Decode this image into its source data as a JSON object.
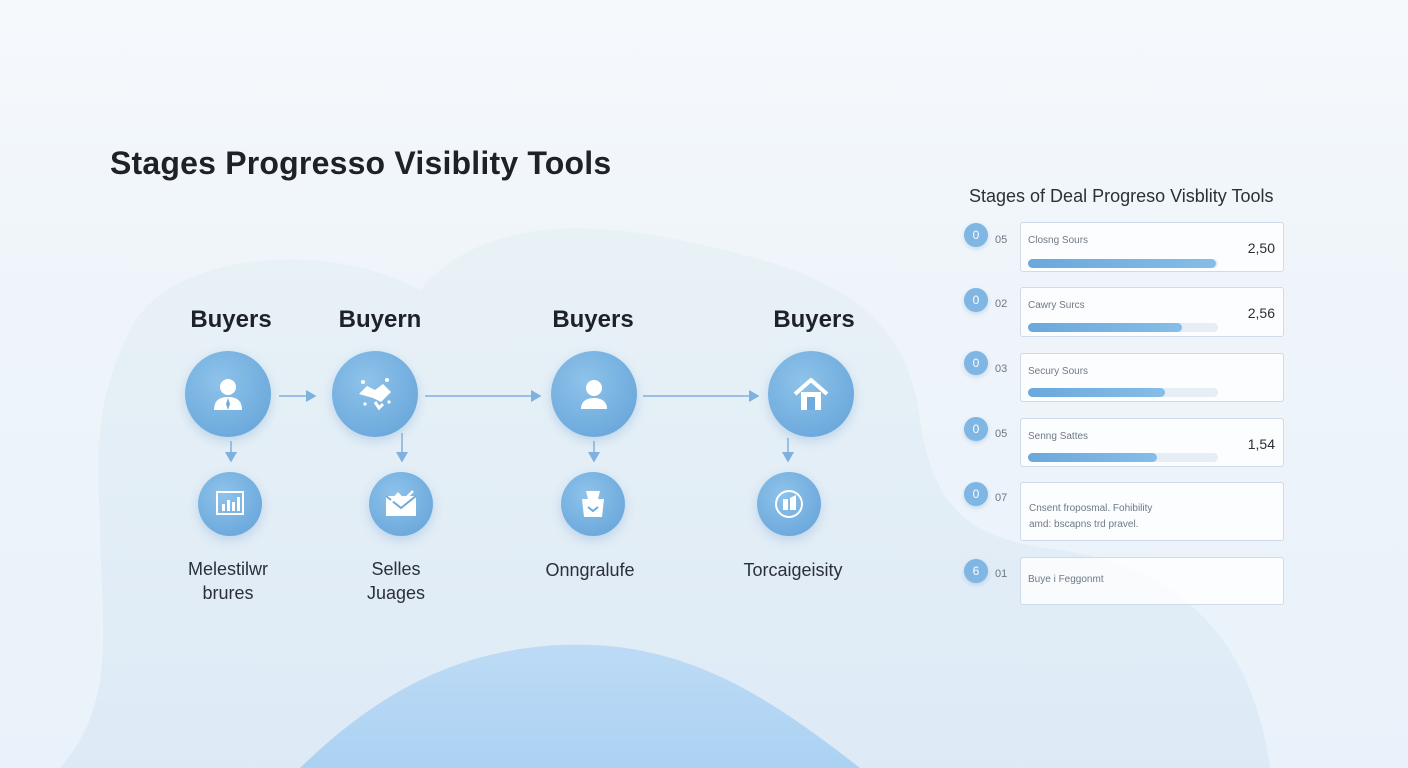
{
  "header": {
    "title": "Stages Progresso Visiblity Tools"
  },
  "flow": {
    "stages": [
      {
        "label": "Buyers",
        "icon": "person-tie-icon",
        "sub_icon": "bar-chart-icon",
        "caption_line1": "Melestilwr",
        "caption_line2": "brures"
      },
      {
        "label": "Buyern",
        "icon": "handshake-icon",
        "sub_icon": "envelope-icon",
        "caption_line1": "Selles",
        "caption_line2": "Juages"
      },
      {
        "label": "Buyers",
        "icon": "person-icon",
        "sub_icon": "package-icon",
        "caption_line1": "Onngralufe",
        "caption_line2": ""
      },
      {
        "label": "Buyers",
        "icon": "house-icon",
        "sub_icon": "document-icon",
        "caption_line1": "Torcaigeisity",
        "caption_line2": ""
      }
    ]
  },
  "panel": {
    "title": "Stages of Deal Progreso Visblity Tools",
    "rows": [
      {
        "dot": "0",
        "num": "05",
        "label": "Closng Sours",
        "value": "2,50",
        "progress": 0.99
      },
      {
        "dot": "0",
        "num": "02",
        "label": "Cawry Surcs",
        "value": "2,56",
        "progress": 0.81
      },
      {
        "dot": "0",
        "num": "03",
        "label": "Secury Sours",
        "value": "",
        "progress": 0.72
      },
      {
        "dot": "0",
        "num": "05",
        "label": "Senng Sattes",
        "value": "1,54",
        "progress": 0.68
      },
      {
        "dot": "0",
        "num": "07",
        "text_line1": "Cnsent froposmal. Fohibility",
        "text_line2": "amd: bscapns trd pravel."
      },
      {
        "dot": "6",
        "num": "01",
        "label": "Buye i Feggonmt"
      }
    ]
  },
  "colors": {
    "accent": "#6fabdd",
    "accent_light": "#8ec3ea",
    "text": "#1e2227"
  }
}
